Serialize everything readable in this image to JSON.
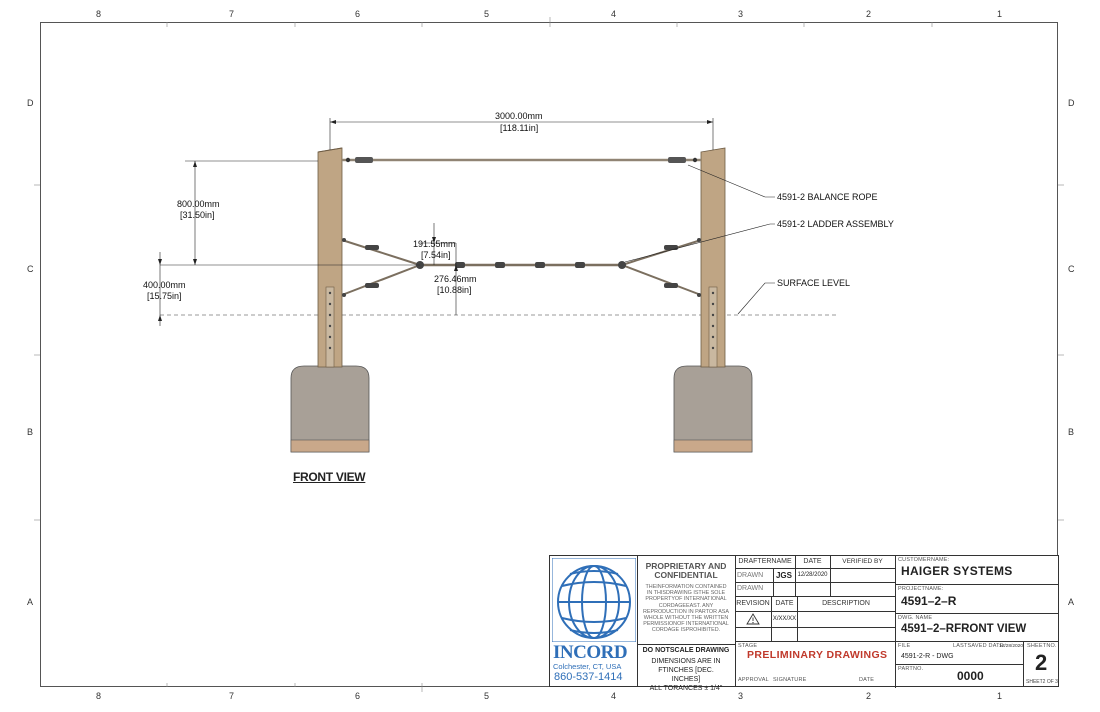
{
  "zones": {
    "top": [
      "8",
      "7",
      "6",
      "5",
      "4",
      "3",
      "2",
      "1"
    ],
    "bottom": [
      "8",
      "7",
      "6",
      "5",
      "4",
      "3",
      "2",
      "1"
    ],
    "left": [
      "D",
      "C",
      "B",
      "A"
    ],
    "right": [
      "D",
      "C",
      "B",
      "A"
    ]
  },
  "dimensions": {
    "span_mm": "3000.00mm",
    "span_in": "[118.11in]",
    "height_mm": "800.00mm",
    "height_in": "[31.50in]",
    "ground_mm": "400.00mm",
    "ground_in": "[15.75in]",
    "rung_mm": "191.55mm",
    "rung_in": "[7.54in]",
    "offset_mm": "276.46mm",
    "offset_in": "[10.88in]"
  },
  "callouts": {
    "balance_rope": "4591-2 BALANCE ROPE",
    "ladder_assembly": "4591-2  LADDER ASSEMBLY",
    "surface_level": "SURFACE LEVEL"
  },
  "view_title": "FRONT VIEW",
  "title_block": {
    "company": {
      "name": "INCORD",
      "location": "Colchester,  CT, USA",
      "phone": "860-537-1414"
    },
    "proprietary": {
      "heading": "PROPRIETARY AND CONFIDENTIAL",
      "body": "THEINFORMATION CONTAINED IN THISDRAWING ISTHE SOLE PROPERTYOF INTERNATIONAL CORDAGEEAST. ANY REPRODUCTION IN PARTOR ASA WHOLE WITHOUT THE WRITTEN PERMISSIONOF INTERNATIONAL CORDAGE ISPROHIBITED."
    },
    "notes": {
      "no_scale": "DO NOTSCALE DRAWING",
      "units": "DIMENSIONS ARE IN FTINCHES [DEC. INCHES]",
      "tolerance": "ALL TORANCES ± 1/4\""
    },
    "drafter": {
      "h_name": "DRAFTERNAME",
      "h_date": "DATE",
      "h_verified": "VERIFIED BY",
      "row1_label": "DRAWN",
      "row1_name": "JGS",
      "row1_date": "12/28/2020",
      "row2_label": "DRAWN"
    },
    "revision": {
      "h_rev": "REVISION",
      "h_date": "DATE",
      "h_desc": "DESCRIPTION",
      "row1_icon": "warning-triangle-icon",
      "row1_date": "X/XX/XX"
    },
    "stage": {
      "label": "STAGE",
      "value": "PRELIMINARY DRAWINGS",
      "approval": "APPROVAL",
      "signature": "SIGNATURE",
      "date": "DATE"
    },
    "customer": {
      "label": "CUSTOMERNAME:",
      "value": "HAIGER  SYSTEMS"
    },
    "project": {
      "label": "PROJECTNAME:",
      "value": "4591–2–R"
    },
    "dwg": {
      "label": "DWG.  NAME",
      "value": "4591–2–RFRONT VIEW"
    },
    "file": {
      "label": "FILE",
      "value": "4591-2-R - DWG",
      "last_saved_label": "LASTSAVED  DATE:",
      "last_saved_value": "12/28/2020"
    },
    "part": {
      "label": "PARTNO.",
      "value": "0000"
    },
    "sheet": {
      "label": "SHEETNO.",
      "value": "2",
      "of": "SHEET2 OF 3"
    }
  },
  "colors": {
    "wood": "#bfa584",
    "wood_dark": "#8f7a5e",
    "concrete": "#a8a097",
    "concrete_base": "#c9a88a",
    "rope": "#9b8f7e",
    "stage_red": "#c0392b",
    "logo_blue": "#2f6fb8"
  }
}
